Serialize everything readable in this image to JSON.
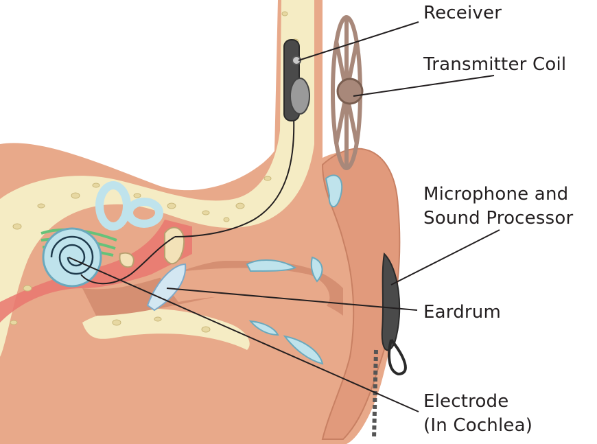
{
  "labels": {
    "receiver": "Receiver",
    "transmitter_coil": "Transmitter Coil",
    "microphone_line1": "Microphone and",
    "microphone_line2": "Sound Processor",
    "eardrum": "Eardrum",
    "electrode_line1": "Electrode",
    "electrode_line2": "(In Cochlea)"
  },
  "colors": {
    "skin": "#e8a98a",
    "skin_dark": "#d58f72",
    "bone": "#f5ecc4",
    "bone_hole": "#e7d8a2",
    "tissue_red": "#e9776f",
    "cochlea_blue": "#bfe3ec",
    "nerve_green": "#66c27a",
    "ossicle": "#f3e2b8",
    "device_dark": "#4a4a4a",
    "coil_brown": "#a8887a",
    "label_text": "#231f20"
  }
}
